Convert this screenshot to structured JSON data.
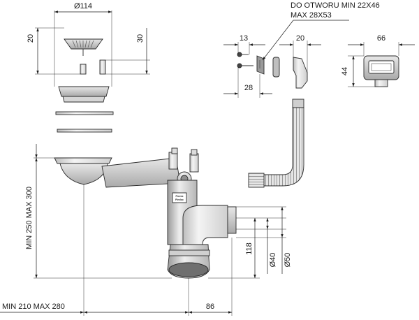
{
  "dimensions": {
    "strainer_diameter": "Ø114",
    "strainer_height": "20",
    "strainer_plug_height": "30",
    "fixing_13": "13",
    "fixing_28": "28",
    "clip_20": "20",
    "overflow_66": "66",
    "overflow_44": "44",
    "range_height": "MIN 250 MAX 300",
    "outlet_height": "118",
    "outlet_d40": "Ø40",
    "outlet_d50": "Ø50",
    "range_width": "MIN 210 MAX 280",
    "outlet_offset": "86"
  },
  "notes": {
    "hole_line1": "DO OTWORU MIN 22X46",
    "hole_line2": "MAX 28X53"
  },
  "brand": {
    "line1": "Prevex",
    "line2": "Flexloc"
  },
  "colors": {
    "line": "#1a1a1a",
    "part_fill": "#e9e9e9",
    "part_dark": "#7a7a7a"
  }
}
